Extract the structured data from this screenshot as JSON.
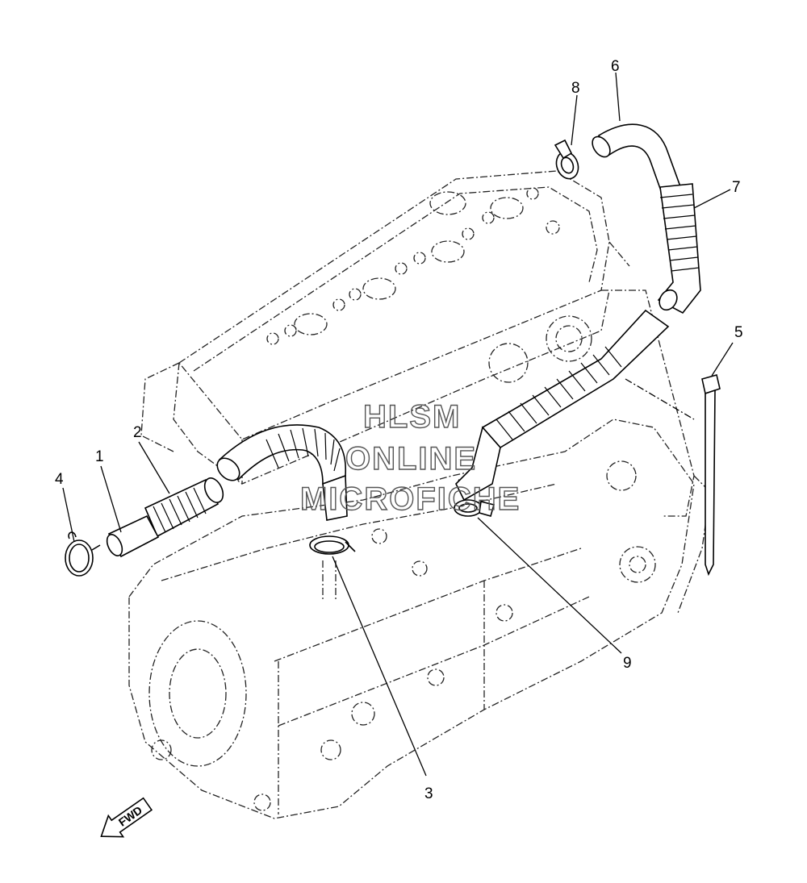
{
  "diagram": {
    "callouts": [
      "1",
      "2",
      "3",
      "4",
      "5",
      "6",
      "7",
      "8",
      "9"
    ],
    "watermark": [
      "HLSM",
      "ONLINE",
      "MICROFICHE"
    ],
    "direction_label": "FWD",
    "colors": {
      "line": "#000000",
      "background": "#ffffff",
      "watermark": "#555555"
    }
  }
}
